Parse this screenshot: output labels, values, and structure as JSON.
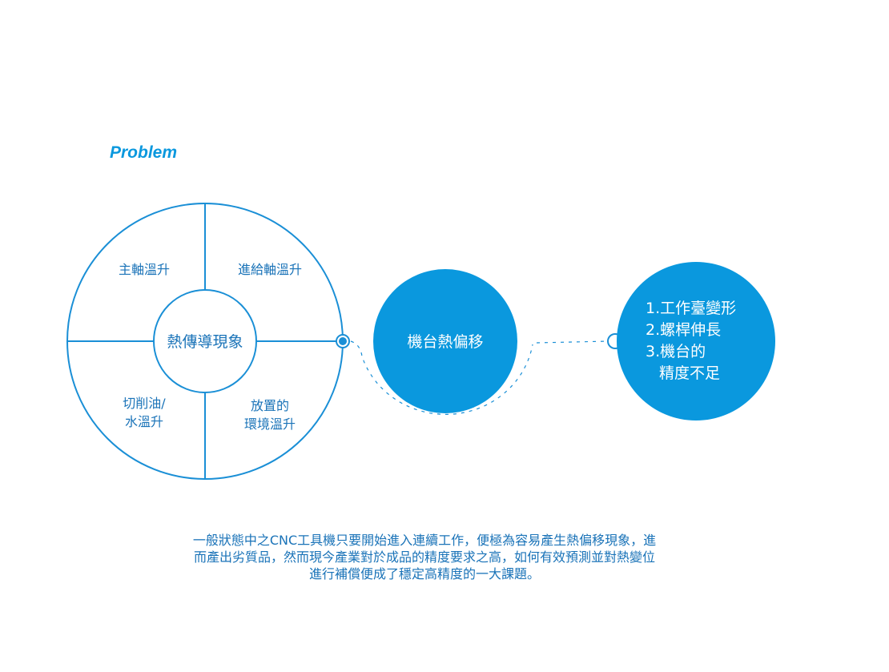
{
  "heading": "Problem",
  "colors": {
    "accent": "#0a98de",
    "line": "#1a8fd6",
    "caption": "#1a73b8"
  },
  "diagram": {
    "center_label": "熱傳導現象",
    "quadrants": {
      "top_left": [
        "主軸溫升"
      ],
      "top_right": [
        "進給軸溫升"
      ],
      "bottom_left": [
        "切削油/",
        "水溫升"
      ],
      "bottom_right": [
        "放置的",
        "環境溫升"
      ]
    },
    "middle_node": "機台熱偏移",
    "result_node": {
      "lines": [
        "1.工作臺變形",
        "2.螺桿伸長",
        "3.機台的",
        "精度不足"
      ]
    }
  },
  "caption": {
    "lines": [
      "一般狀態中之CNC工具機只要開始進入連續工作，便極為容易產生熱偏移現象，進",
      "而產出劣質品，然而現今產業對於成品的精度要求之高，如何有效預測並對熱變位",
      "進行補償便成了穩定高精度的一大課題。"
    ]
  }
}
